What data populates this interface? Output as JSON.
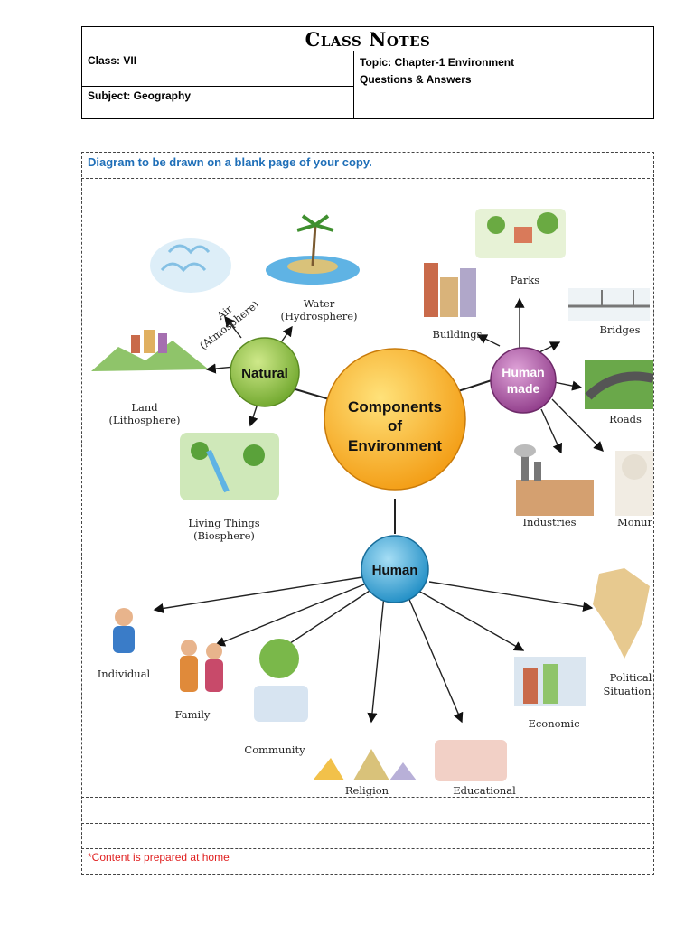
{
  "header": {
    "title": "Class Notes",
    "class": "Class: VII",
    "subject": "Subject: Geography",
    "topic_line1": "Topic: Chapter-1 Environment",
    "topic_line2": "Questions & Answers"
  },
  "instruction": "Diagram to be drawn on a blank page of your copy.",
  "diagram": {
    "center": [
      "Components",
      "of",
      "Environment"
    ],
    "natural": {
      "label": "Natural",
      "air": [
        "Air",
        "(Atmosphere)"
      ],
      "water": [
        "Water",
        "(Hydrosphere)"
      ],
      "land": [
        "Land",
        "(Lithosphere)"
      ],
      "living": [
        "Living Things",
        "(Biosphere)"
      ]
    },
    "human_made": {
      "label": [
        "Human",
        "made"
      ],
      "parks": "Parks",
      "buildings": "Buildings",
      "bridges": "Bridges",
      "roads": "Roads",
      "industries": "Industries",
      "monuments": "Monur"
    },
    "human": {
      "label": "Human",
      "individual": "Individual",
      "family": "Family",
      "community": "Community",
      "religion": "Religion",
      "educational": "Educational",
      "economic": "Economic",
      "political": [
        "Political",
        "Situation"
      ]
    },
    "colors": {
      "center": "#f7a81b",
      "natural": "#8cc63f",
      "human_made": "#b04fa8",
      "human": "#29a3dc",
      "instruction": "#1f6fb8",
      "footnote": "#e02020"
    }
  },
  "footnote": "*Content is prepared at home"
}
